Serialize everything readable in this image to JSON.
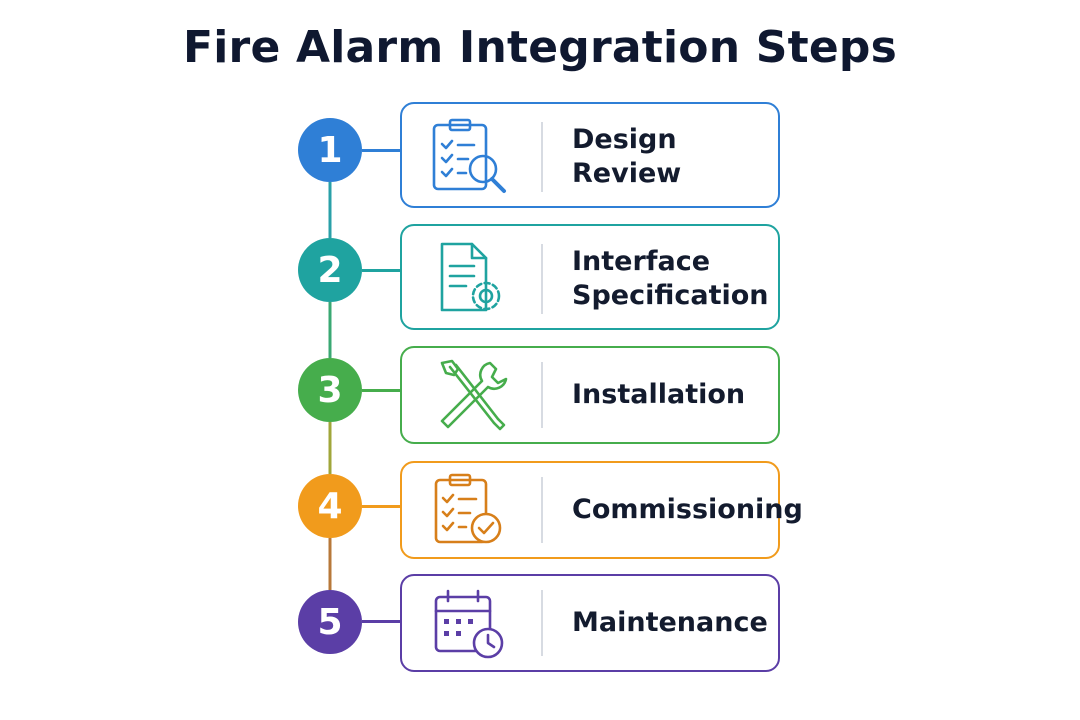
{
  "title": "Fire Alarm Integration Steps",
  "steps": [
    {
      "number": "1",
      "line1": "Design",
      "line2": "Review",
      "color": "#2f7fd6",
      "icon": "clipboard-search-icon"
    },
    {
      "number": "2",
      "line1": "Interface",
      "line2": "Specification",
      "color": "#1fa3a0",
      "icon": "document-gear-icon"
    },
    {
      "number": "3",
      "line1": "Installation",
      "line2": "",
      "color": "#46ad4c",
      "icon": "wrench-screwdriver-icon"
    },
    {
      "number": "4",
      "line1": "Commissioning",
      "line2": "",
      "color": "#f19b1c",
      "icon": "clipboard-check-icon"
    },
    {
      "number": "5",
      "line1": "Maintenance",
      "line2": "",
      "color": "#5b3ea6",
      "icon": "calendar-clock-icon"
    }
  ]
}
